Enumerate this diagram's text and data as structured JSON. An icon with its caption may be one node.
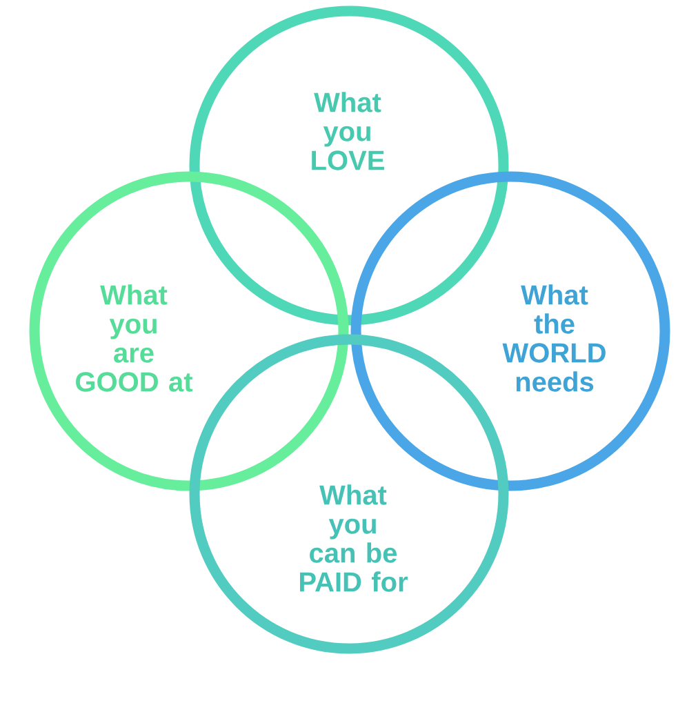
{
  "diagram": {
    "nodes": [
      {
        "text": [
          "What you LOVE"
        ]
      },
      {
        "text": [
          "What you are GOOD at"
        ]
      },
      {
        "text": [
          "What the WORLD needs"
        ]
      },
      {
        "text": [
          "What you can be PAID for"
        ]
      }
    ]
  }
}
